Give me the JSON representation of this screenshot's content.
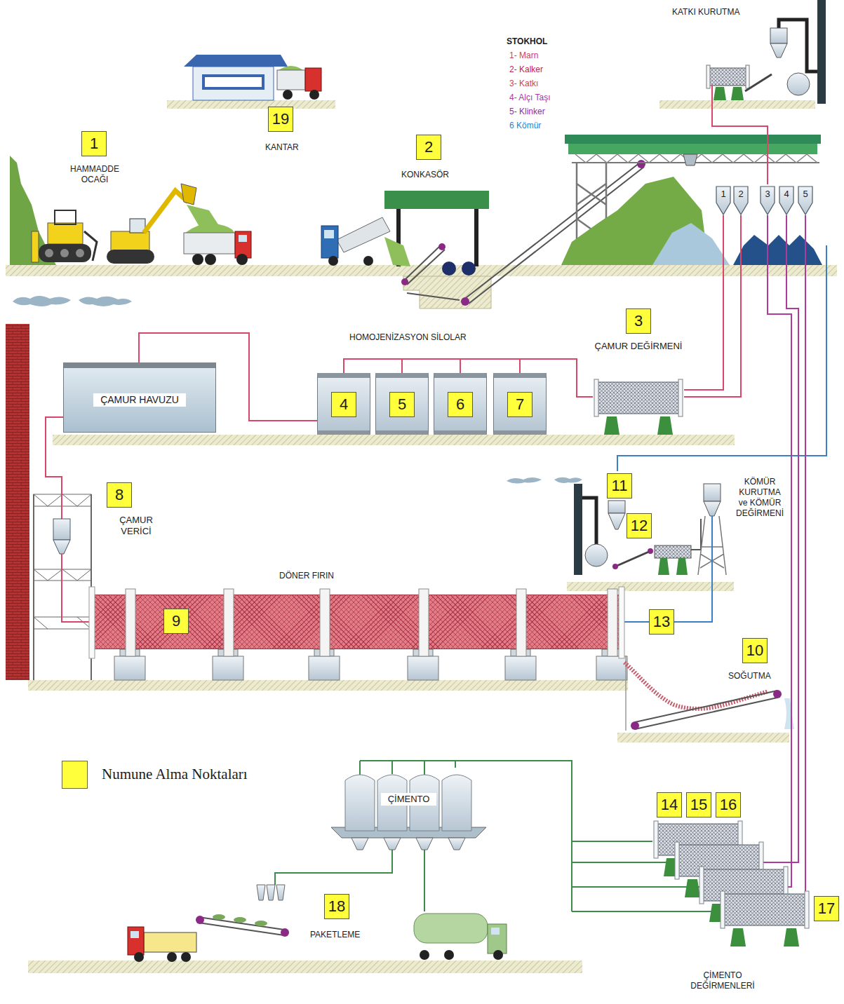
{
  "diagram": {
    "nodes": [
      {
        "text": [
          "1"
        ]
      },
      {
        "text": [
          "19"
        ]
      },
      {
        "text": [
          "2"
        ]
      },
      {
        "text": [
          "1"
        ]
      },
      {
        "text": [
          "2"
        ]
      },
      {
        "text": [
          "3"
        ]
      },
      {
        "text": [
          "4"
        ]
      },
      {
        "text": [
          "5"
        ]
      },
      {
        "text": [
          "ÇAMUR HAVUZU"
        ]
      },
      {
        "text": [
          "4"
        ]
      },
      {
        "text": [
          "5"
        ]
      },
      {
        "text": [
          "6"
        ]
      },
      {
        "text": [
          "7"
        ]
      },
      {
        "text": [
          "3",
          "ÇAMUR DEĞİRMENİ"
        ]
      },
      {
        "text": [
          "8",
          "ÇAMUR VERİCİ"
        ]
      },
      {
        "text": [
          "11",
          "12"
        ]
      },
      {
        "text": [
          "13"
        ]
      },
      {
        "text": [
          "9"
        ]
      },
      {
        "text": [
          "10"
        ]
      },
      {
        "text": [
          "ÇİMENTO"
        ]
      },
      {
        "text": [
          "14",
          "15",
          "16",
          "17"
        ]
      },
      {
        "text": [
          "18"
        ]
      }
    ],
    "edges": [
      {
        "from": 3,
        "to": 13,
        "arrow": "none"
      },
      {
        "from": 4,
        "to": 13,
        "arrow": "none"
      },
      {
        "from": 13,
        "to": 9,
        "arrow": "none"
      },
      {
        "from": 13,
        "to": 10,
        "arrow": "none"
      },
      {
        "from": 13,
        "to": 11,
        "arrow": "none"
      },
      {
        "from": 13,
        "to": 12,
        "arrow": "none"
      },
      {
        "from": 9,
        "to": 8,
        "arrow": "none"
      },
      {
        "from": 8,
        "to": 14,
        "arrow": "none"
      },
      {
        "from": 14,
        "to": 17,
        "arrow": "none"
      },
      {
        "from": 15,
        "to": 16,
        "arrow": "none"
      },
      {
        "from": 16,
        "to": 17,
        "arrow": "none"
      },
      {
        "from": 5,
        "to": 20,
        "arrow": "none"
      },
      {
        "from": 6,
        "to": 20,
        "arrow": "none"
      },
      {
        "from": 7,
        "to": 20,
        "arrow": "none"
      },
      {
        "from": 20,
        "to": 19,
        "arrow": "none"
      }
    ],
    "labels": [
      "HAMMADDE OCAĞI",
      "KANTAR",
      "KONKASÖR",
      "STOKHOL",
      "1- Marn",
      "2- Kalker",
      "3- Katkı",
      "4- Alçı Taşı",
      "5- Klinker",
      "6 Kömür",
      "KATKI KURUTMA",
      "HOMOJENİZASYON SİLOLAR",
      "DÖNER FIRIN",
      "KÖMÜR KURUTMA ve KÖMÜR DEĞİRMENİ",
      "SOĞUTMA",
      "PAKETLEME",
      "ÇİMENTO DEĞİRMENLERİ"
    ],
    "legend": [
      {
        "text": "Numune Alma Noktaları",
        "color": "#ffff3c"
      }
    ]
  }
}
